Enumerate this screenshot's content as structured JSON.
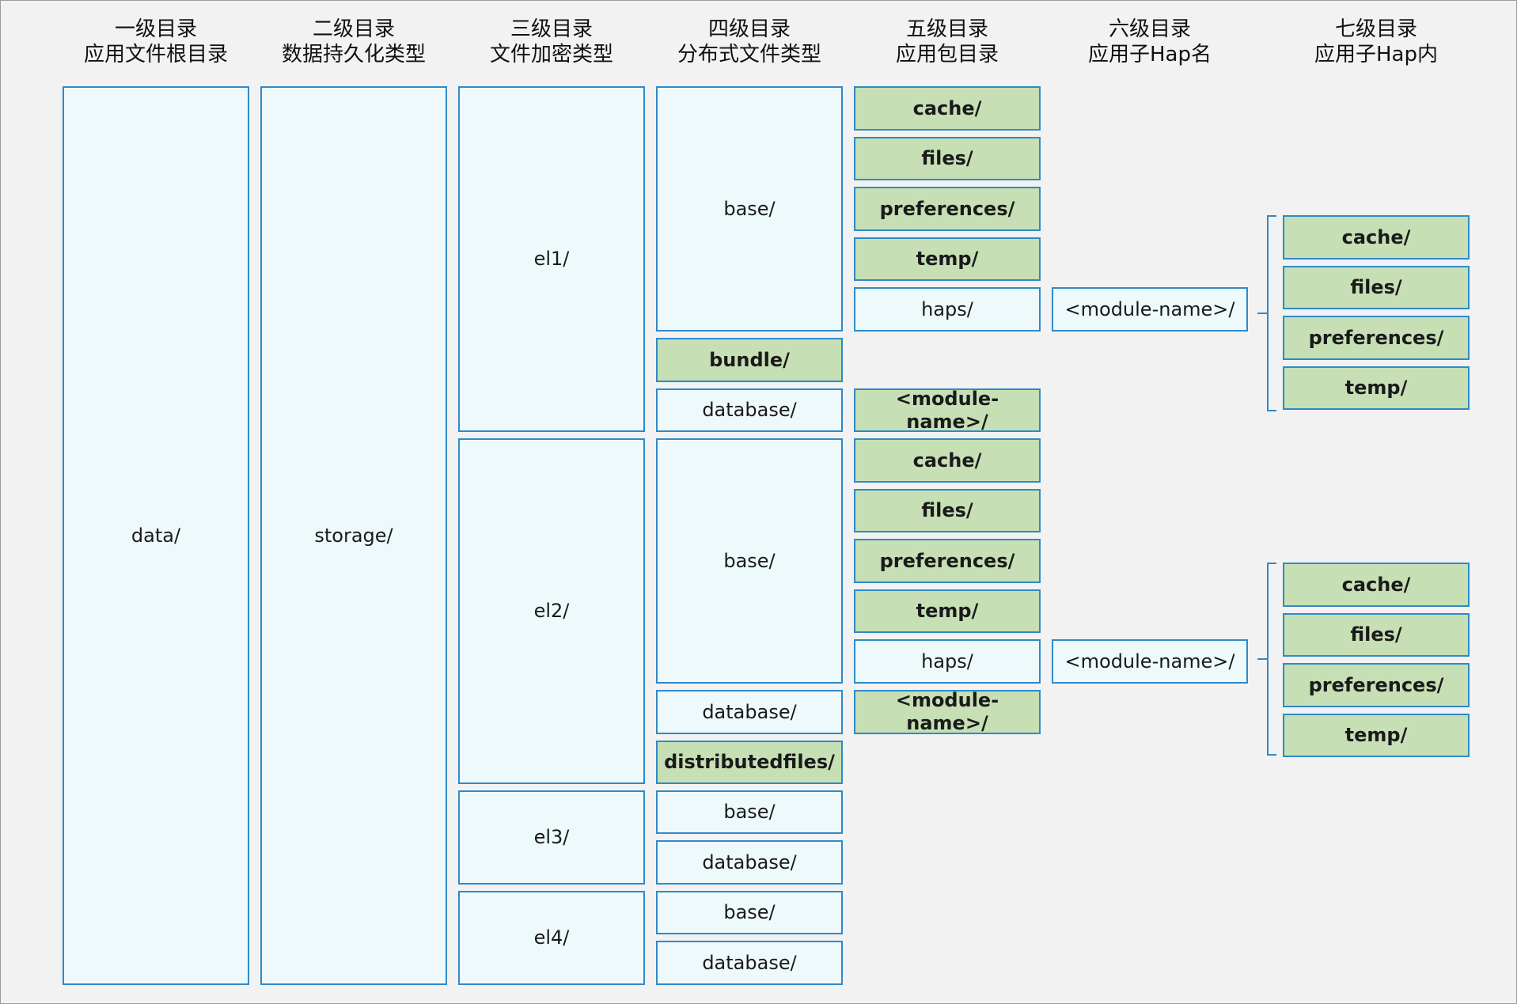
{
  "headers": [
    {
      "line1": "一级目录",
      "line2": "应用文件根目录"
    },
    {
      "line1": "二级目录",
      "line2": "数据持久化类型"
    },
    {
      "line1": "三级目录",
      "line2": "文件加密类型"
    },
    {
      "line1": "四级目录",
      "line2": "分布式文件类型"
    },
    {
      "line1": "五级目录",
      "line2": "应用包目录"
    },
    {
      "line1": "六级目录",
      "line2": "应用子Hap名"
    },
    {
      "line1": "七级目录",
      "line2": "应用子Hap内"
    }
  ],
  "level1": {
    "label": "data/"
  },
  "level2": {
    "label": "storage/"
  },
  "level3": [
    {
      "label": "el1/"
    },
    {
      "label": "el2/"
    },
    {
      "label": "el3/"
    },
    {
      "label": "el4/"
    }
  ],
  "level4": [
    {
      "label": "base/",
      "style": "light"
    },
    {
      "label": "bundle/",
      "style": "green"
    },
    {
      "label": "database/",
      "style": "light"
    },
    {
      "label": "base/",
      "style": "light"
    },
    {
      "label": "database/",
      "style": "light"
    },
    {
      "label": "distributedfiles/",
      "style": "green"
    },
    {
      "label": "base/",
      "style": "light"
    },
    {
      "label": "database/",
      "style": "light"
    },
    {
      "label": "base/",
      "style": "light"
    },
    {
      "label": "database/",
      "style": "light"
    }
  ],
  "level5": [
    {
      "label": "cache/",
      "style": "green"
    },
    {
      "label": "files/",
      "style": "green"
    },
    {
      "label": "preferences/",
      "style": "green"
    },
    {
      "label": "temp/",
      "style": "green"
    },
    {
      "label": "haps/",
      "style": "light"
    },
    {
      "label": "<module-\nname>/",
      "style": "green"
    },
    {
      "label": "cache/",
      "style": "green"
    },
    {
      "label": "files/",
      "style": "green"
    },
    {
      "label": "preferences/",
      "style": "green"
    },
    {
      "label": "temp/",
      "style": "green"
    },
    {
      "label": "haps/",
      "style": "light"
    },
    {
      "label": "<module-\nname>/",
      "style": "green"
    }
  ],
  "level6": [
    {
      "label": "<module-name>/"
    },
    {
      "label": "<module-name>/"
    }
  ],
  "level7": [
    {
      "label": "cache/"
    },
    {
      "label": "files/"
    },
    {
      "label": "preferences/"
    },
    {
      "label": "temp/"
    },
    {
      "label": "cache/"
    },
    {
      "label": "files/"
    },
    {
      "label": "preferences/"
    },
    {
      "label": "temp/"
    }
  ],
  "colors": {
    "border": "#2e8ac8",
    "light_fill": "#eef9fc",
    "green_fill": "#c6dfb5",
    "background": "#f2f2f2"
  }
}
